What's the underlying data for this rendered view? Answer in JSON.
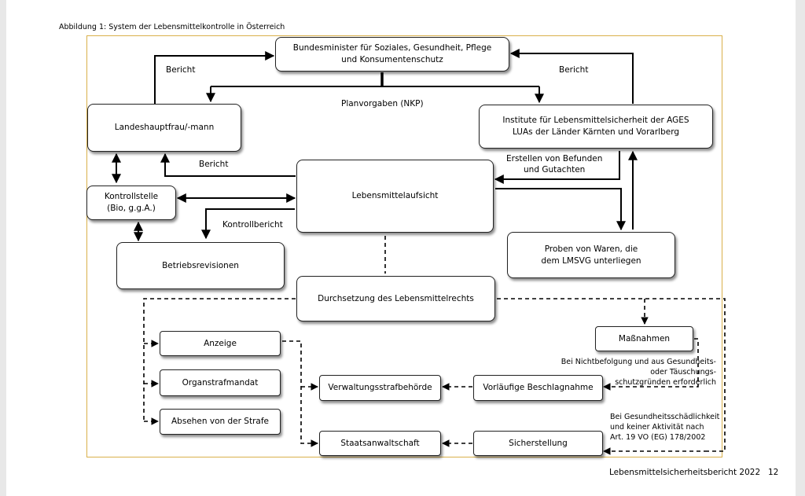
{
  "caption": "Abbildung 1: System der Lebensmittelkontrolle in Österreich",
  "boxes": {
    "ministry": "Bundesminister für Soziales, Gesundheit, Pflege\nund Konsumentenschutz",
    "governor": "Landeshauptfrau/-mann",
    "institutes": "Institute für Lebensmittelsicherheit der AGES\nLUAs der Länder Kärnten und Vorarlberg",
    "control_body": "Kontrollstelle\n(Bio, g.g.A.)",
    "food_inspection": "Lebensmittelaufsicht",
    "business_audits": "Betriebsrevisionen",
    "samples": "Proben von Waren, die\ndem LMSVG unterliegen",
    "enforcement": "Durchsetzung des Lebensmittelrechts",
    "report": "Anzeige",
    "fine": "Organstrafmandat",
    "no_penalty": "Absehen von der Strafe",
    "measures": "Maßnahmen",
    "admin_authority": "Verwaltungsstrafbehörde",
    "provisional_seizure": "Vorläufige Beschlagnahme",
    "prosecutor": "Staatsanwaltschaft",
    "safeguarding": "Sicherstellung"
  },
  "labels": {
    "report_left": "Bericht",
    "report_right": "Bericht",
    "plan": "Planvorgaben (NKP)",
    "report_mid": "Bericht",
    "findings": "Erstellen von Befunden\nund Gutachten",
    "control_report": "Kontrollbericht",
    "noncompliance": "Bei Nichtbefolgung und aus Gesundheits-\noder Täuschungs-\nschutzgründen erforderlich",
    "health_hazard": "Bei Gesundheitsschädlichkeit\nund keiner Aktivität nach\nArt. 19 VO (EG) 178/2002"
  },
  "footer": "Lebensmittelsicherheitsbericht 2022",
  "page_number": "12"
}
